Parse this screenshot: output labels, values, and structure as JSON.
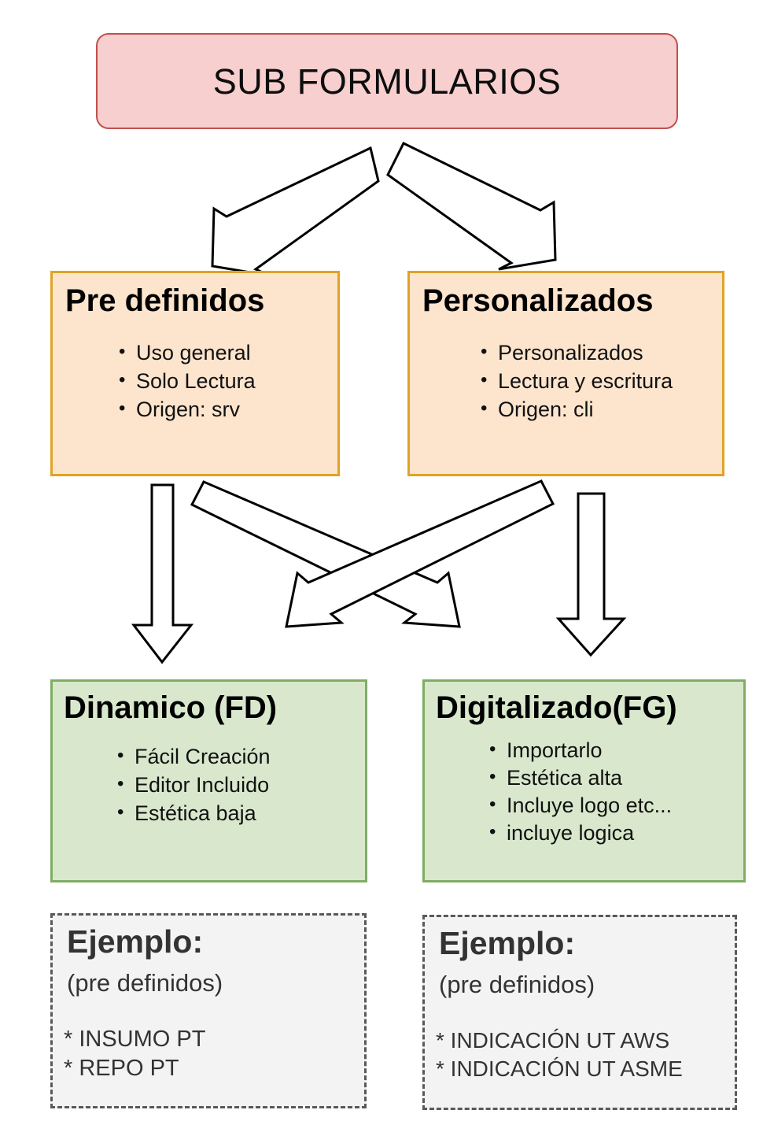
{
  "header": {
    "title": "SUB FORMULARIOS",
    "fill": "#f6cfce",
    "border": "#c0504d"
  },
  "categories": [
    {
      "name": "pre-definidos",
      "title": "Pre definidos",
      "fill": "#fce4cd",
      "border": "#e0a326",
      "bullets": [
        "Uso general",
        "Solo Lectura",
        "Origen: srv"
      ]
    },
    {
      "name": "personalizados",
      "title": "Personalizados",
      "fill": "#fce4cd",
      "border": "#e0a326",
      "bullets": [
        "Personalizados",
        "Lectura y escritura",
        "Origen: cli"
      ]
    }
  ],
  "outcomes": [
    {
      "name": "dinamico",
      "title": "Dinamico (FD)",
      "fill": "#d9e8cd",
      "border": "#7fad63",
      "bullets": [
        "Fácil Creación",
        "Editor Incluido",
        "Estética baja"
      ]
    },
    {
      "name": "digitalizado",
      "title": "Digitalizado(FG)",
      "fill": "#d9e8cd",
      "border": "#7fad63",
      "bullets": [
        "Importarlo",
        "Estética alta",
        "Incluye logo etc...",
        "incluye logica"
      ]
    }
  ],
  "examples": [
    {
      "name": "ejemplo-dinamico",
      "title": "Ejemplo:",
      "subtitle": "(pre definidos)",
      "fill": "#f3f3f3",
      "border": "#595959",
      "items": [
        "* INSUMO PT",
        "* REPO PT"
      ]
    },
    {
      "name": "ejemplo-digitalizado",
      "title": "Ejemplo:",
      "subtitle": "(pre definidos)",
      "fill": "#f3f3f3",
      "border": "#595959",
      "items": [
        "* INDICACIÓN UT AWS",
        "* INDICACIÓN UT ASME"
      ]
    }
  ],
  "arrows": [
    {
      "name": "arrow-header-to-pre-definidos",
      "kind": "block-arrow",
      "direction": "down-left"
    },
    {
      "name": "arrow-header-to-personalizados",
      "kind": "block-arrow",
      "direction": "down-right"
    },
    {
      "name": "arrow-pre-definidos-to-dinamico",
      "kind": "block-arrow",
      "direction": "down"
    },
    {
      "name": "arrow-pre-definidos-to-digitalizado",
      "kind": "block-arrow",
      "direction": "down-right"
    },
    {
      "name": "arrow-personalizados-to-dinamico",
      "kind": "block-arrow",
      "direction": "down-left"
    },
    {
      "name": "arrow-personalizados-to-digitalizado",
      "kind": "block-arrow",
      "direction": "down"
    }
  ]
}
